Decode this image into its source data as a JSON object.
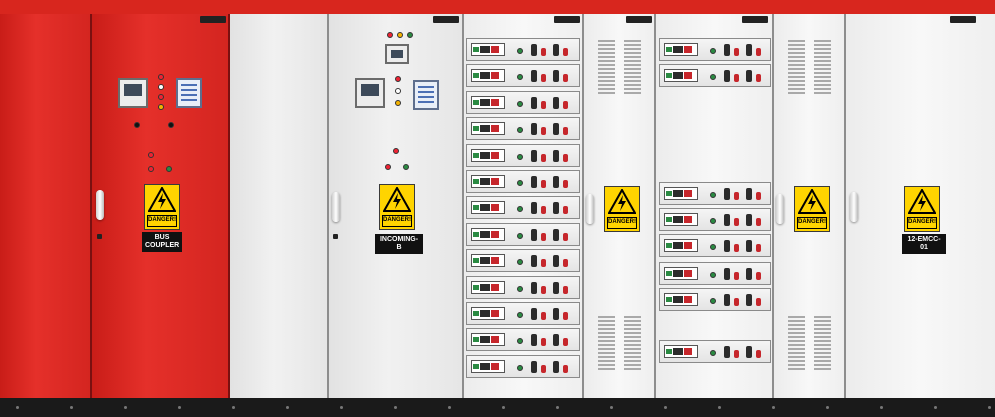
{
  "scene": {
    "description_free": true,
    "colors": {
      "enclosure_red": "#d8261e",
      "enclosure_grey": "#eeeeee",
      "sign_yellow": "#ffd400",
      "plinth": "#1a1a1a"
    }
  },
  "panels": {
    "bus_coupler": {
      "sign_text": "DANGER!",
      "plate_line1": "BUS",
      "plate_line2": "COUPLER"
    },
    "incoming_b": {
      "sign_text": "DANGER!",
      "plate": "INCOMING-B"
    },
    "mcc_drawers": {
      "sign_text": "DANGER!"
    },
    "mcc_drawers_2": {
      "sign_text": "DANGER!"
    },
    "emcc": {
      "sign_text": "DANGER!",
      "plate": "12-EMCC-01"
    }
  },
  "icons": {
    "warning": "warning-triangle-icon",
    "meter": "meter-icon",
    "relay": "relay-icon",
    "handle": "door-handle-icon"
  }
}
